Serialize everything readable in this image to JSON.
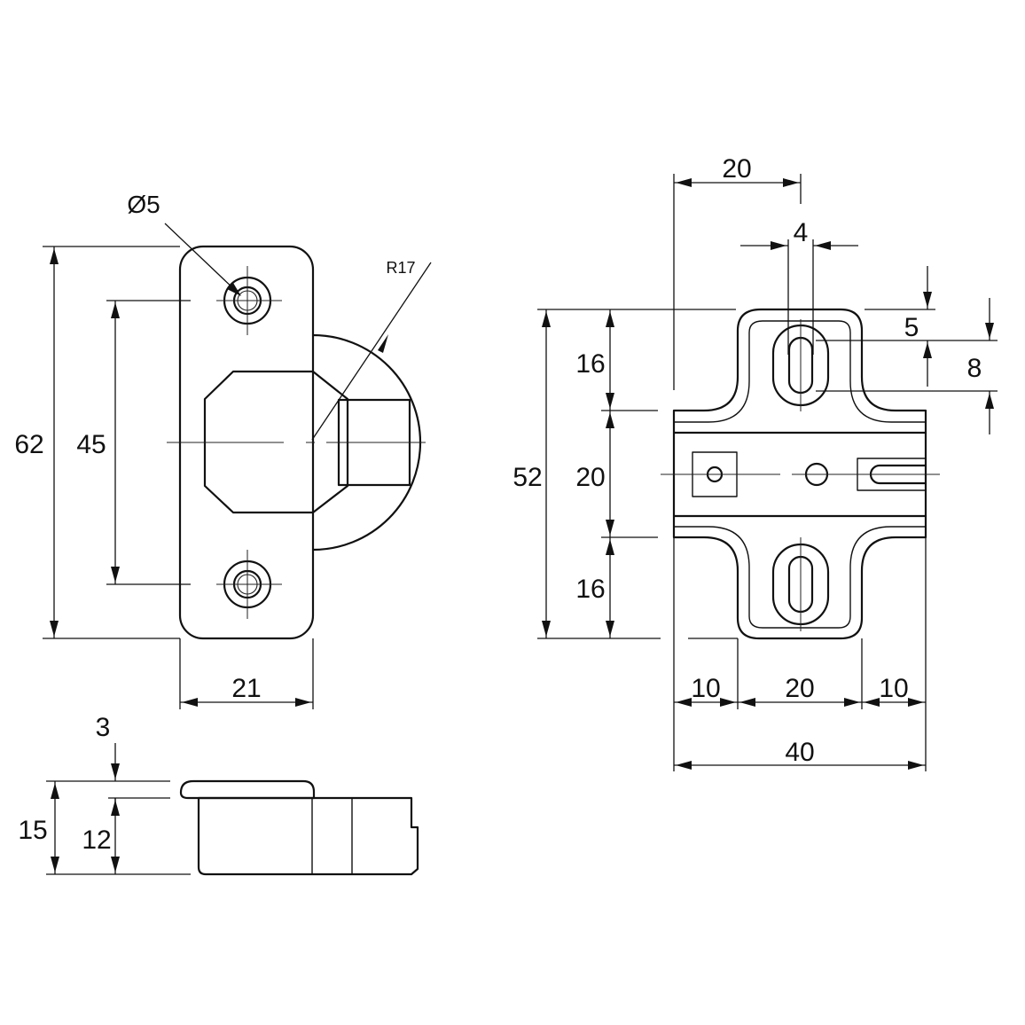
{
  "colors": {
    "line": "#111111",
    "background": "#ffffff"
  },
  "left_view": {
    "hole_diameter": "Ø5",
    "radius": "R17",
    "overall_height": "62",
    "hole_spacing": "45",
    "width": "21"
  },
  "side_view": {
    "flange_thickness": "3",
    "total_height": "15",
    "body_height": "12"
  },
  "right_view": {
    "slot_offset": "20",
    "slot_width": "4",
    "slot_top_margin": "5",
    "slot_length": "8",
    "total_height": "52",
    "top_section": "16",
    "middle_section": "20",
    "bottom_section": "16",
    "left_margin": "10",
    "center_width": "20",
    "right_margin": "10",
    "total_width": "40"
  }
}
